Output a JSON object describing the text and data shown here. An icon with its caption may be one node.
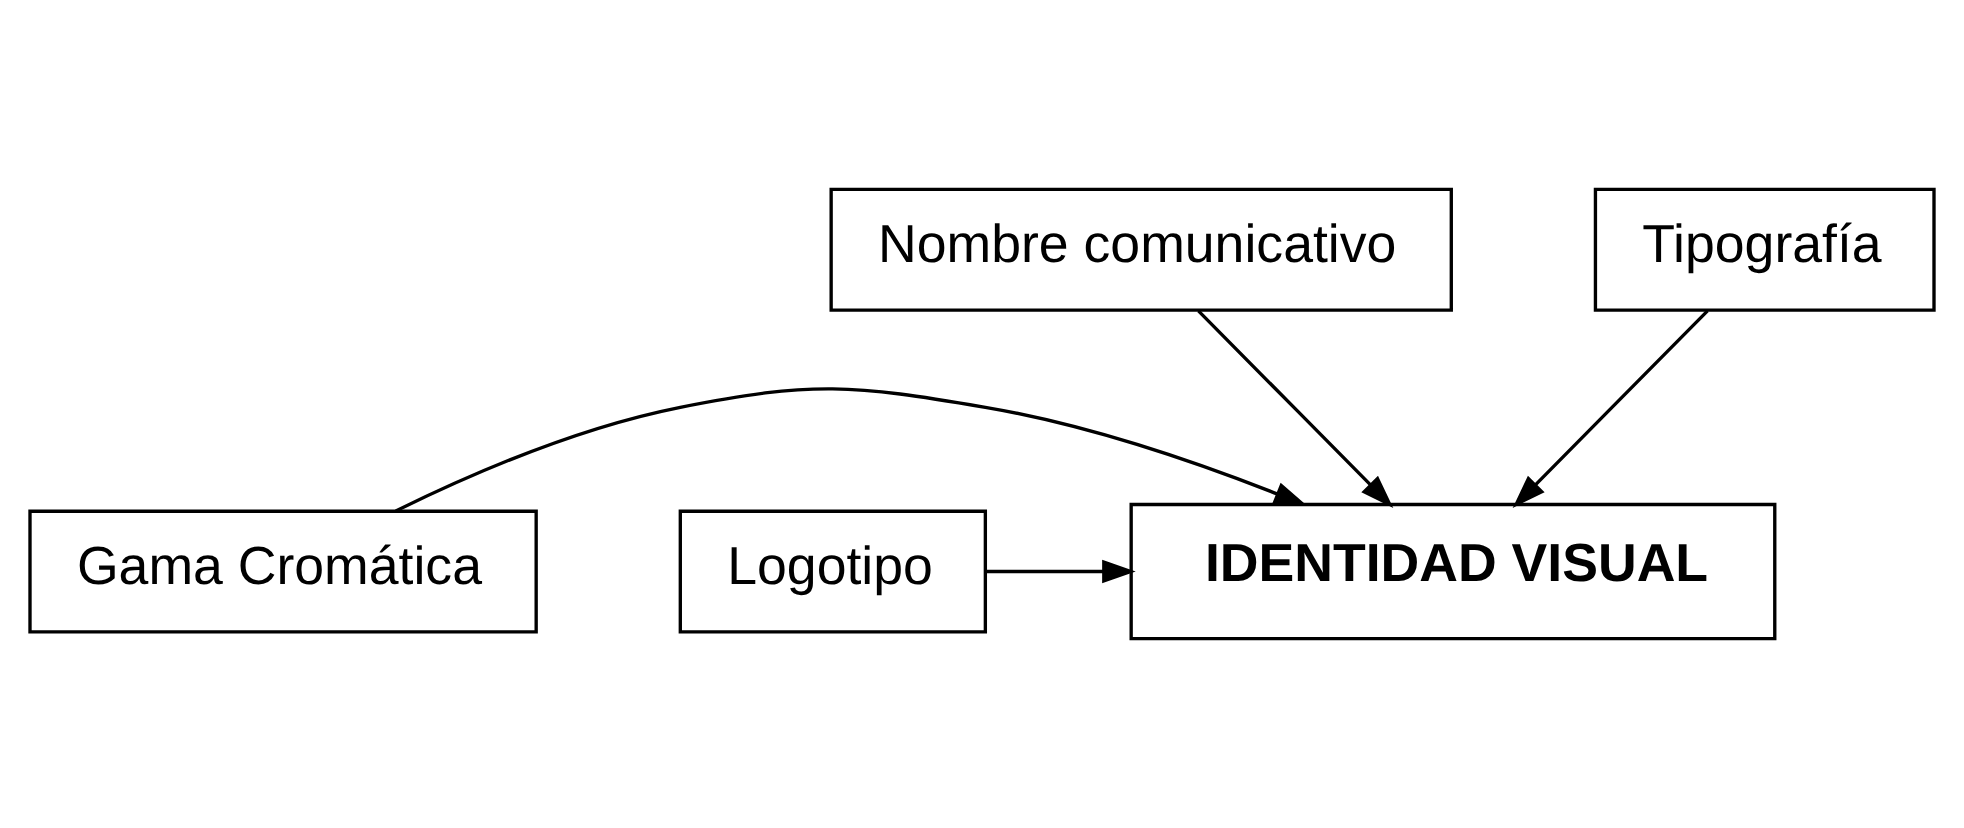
{
  "diagram": {
    "nodes": [
      {
        "text": [
          "Nombre comunicativo"
        ]
      },
      {
        "text": [
          "Gama Cromática"
        ]
      },
      {
        "text": [
          "IDENTIDAD VISUAL"
        ]
      },
      {
        "text": [
          "Logotipo"
        ]
      },
      {
        "text": [
          "Tipografía"
        ]
      }
    ],
    "edges": [
      {
        "from": 0,
        "to": 2,
        "arrow": "to"
      },
      {
        "from": 1,
        "to": 2,
        "arrow": "to"
      },
      {
        "from": 3,
        "to": 2,
        "arrow": "to"
      },
      {
        "from": 4,
        "to": 2,
        "arrow": "to"
      }
    ]
  }
}
